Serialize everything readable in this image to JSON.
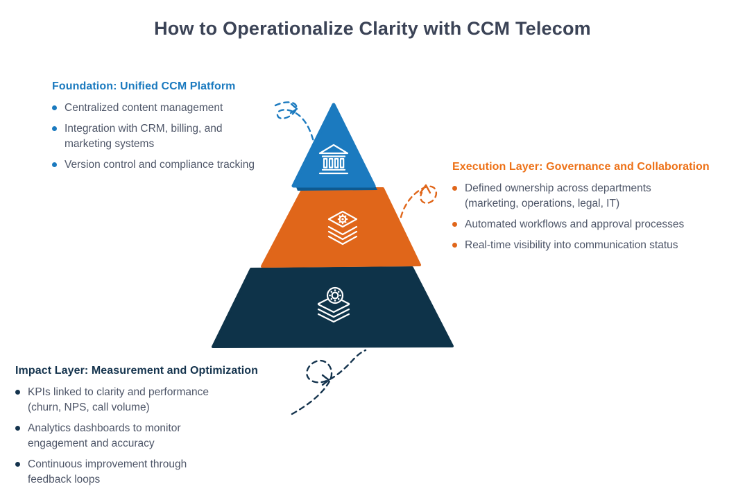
{
  "title": "How to Operationalize Clarity with CCM Telecom",
  "sections": {
    "foundation": {
      "heading": "Foundation: Unified CCM Platform",
      "bullets": [
        "Centralized content management",
        "Integration with CRM, billing, and\nmarketing systems",
        "Version control and compliance tracking"
      ],
      "accent": "#1B7ABF"
    },
    "execution": {
      "heading": "Execution Layer: Governance and Collaboration",
      "bullets": [
        "Defined ownership across departments\n(marketing, operations, legal, IT)",
        "Automated workflows and approval processes",
        "Real-time visibility into communication status"
      ],
      "accent": "#ED7117"
    },
    "impact": {
      "heading": "Impact Layer: Measurement and Optimization",
      "bullets": [
        "KPIs linked to clarity and performance\n(churn, NPS, call volume)",
        "Analytics dashboards to monitor\nengagement and accuracy",
        "Continuous improvement through\nfeedback loops"
      ],
      "accent": "#14334D"
    }
  },
  "pyramid": {
    "layers": [
      {
        "id": "foundation",
        "icon": "bank-icon",
        "color": "#1B7ABF"
      },
      {
        "id": "execution",
        "icon": "layers-gear-icon",
        "color": "#E0661A"
      },
      {
        "id": "impact",
        "icon": "layers-wheel-icon",
        "color": "#0E3349"
      }
    ],
    "shadow_color": "#0D5A91"
  },
  "arrows": {
    "foundation": "#1B7ABF",
    "execution": "#E0661A",
    "impact": "#14334D"
  },
  "colors": {
    "title": "#3B4356",
    "body_text": "#4E5668",
    "background": "#FFFFFF"
  }
}
